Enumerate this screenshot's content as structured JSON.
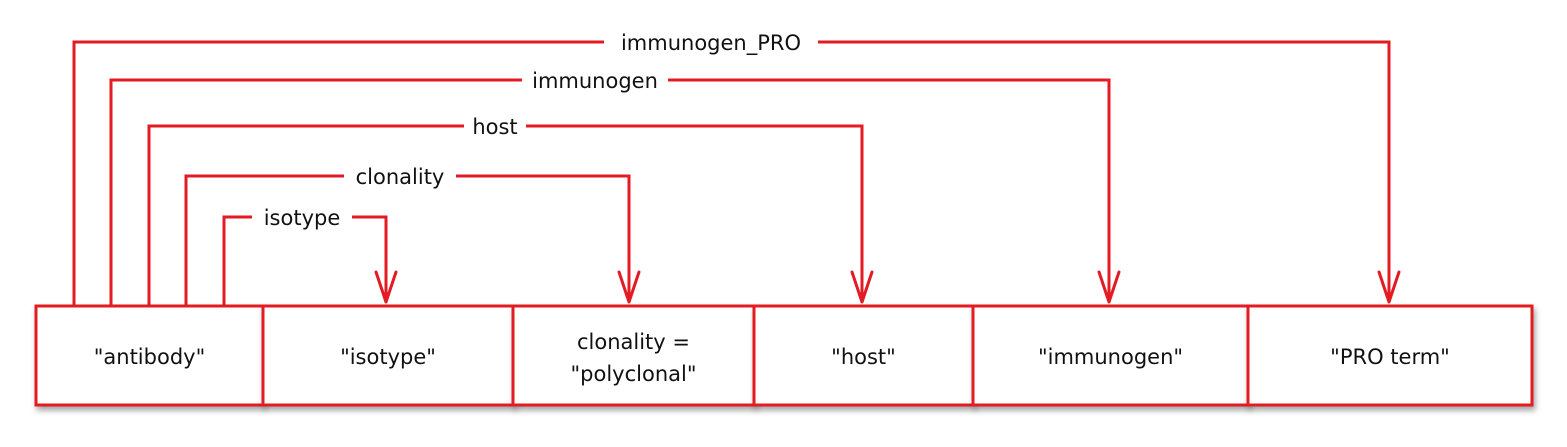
{
  "colors": {
    "line": "#e31b23",
    "text": "#111111",
    "box_fill": "#ffffff"
  },
  "boxes": [
    {
      "id": "antibody",
      "lines": [
        "\"antibody\""
      ]
    },
    {
      "id": "isotype",
      "lines": [
        "\"isotype\""
      ]
    },
    {
      "id": "clonality",
      "lines": [
        "clonality =",
        "\"polyclonal\""
      ]
    },
    {
      "id": "host",
      "lines": [
        "\"host\""
      ]
    },
    {
      "id": "immunogen",
      "lines": [
        "\"immunogen\""
      ]
    },
    {
      "id": "pro-term",
      "lines": [
        "\"PRO term\""
      ]
    }
  ],
  "edges": [
    {
      "label": "immunogen_PRO",
      "from": "antibody",
      "to": "pro-term"
    },
    {
      "label": "immunogen",
      "from": "antibody",
      "to": "immunogen"
    },
    {
      "label": "host",
      "from": "antibody",
      "to": "host"
    },
    {
      "label": "clonality",
      "from": "antibody",
      "to": "clonality"
    },
    {
      "label": "isotype",
      "from": "antibody",
      "to": "isotype"
    }
  ]
}
